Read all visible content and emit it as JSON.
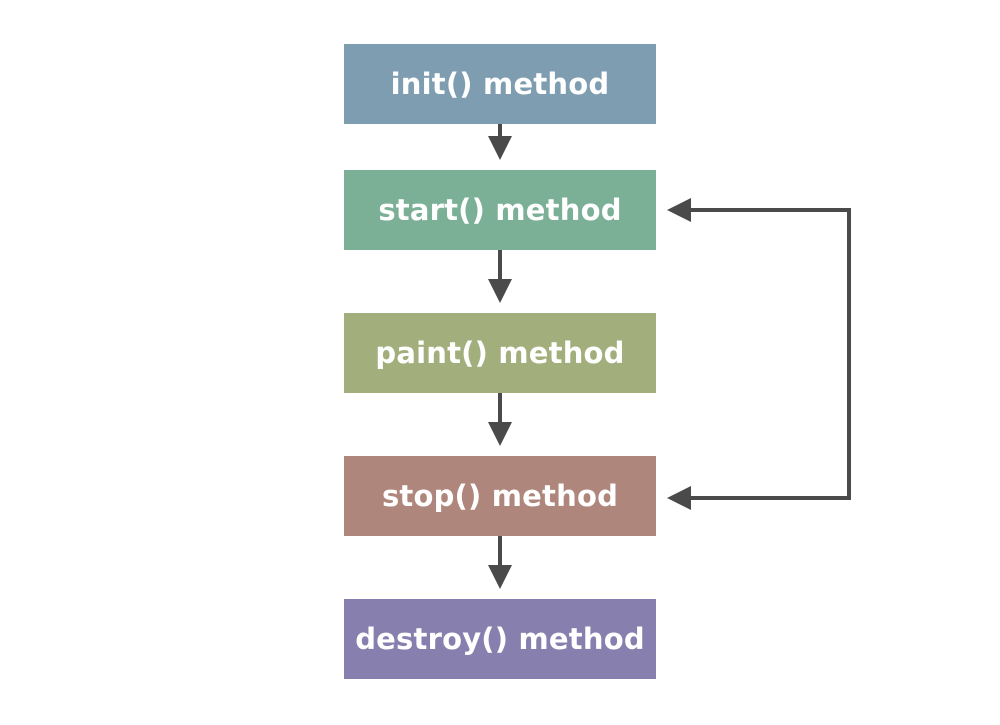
{
  "nodes": [
    {
      "id": "init",
      "label": "init() method",
      "color": "#7f9db1"
    },
    {
      "id": "start",
      "label": "start() method",
      "color": "#7bb097"
    },
    {
      "id": "paint",
      "label": "paint() method",
      "color": "#a2af7d"
    },
    {
      "id": "stop",
      "label": "stop() method",
      "color": "#ae867b"
    },
    {
      "id": "destroy",
      "label": "destroy() method",
      "color": "#8780af"
    }
  ],
  "edges": [
    {
      "from": "init",
      "to": "start"
    },
    {
      "from": "start",
      "to": "paint"
    },
    {
      "from": "paint",
      "to": "stop"
    },
    {
      "from": "stop",
      "to": "destroy"
    },
    {
      "from": "stop",
      "to": "start",
      "type": "loop"
    }
  ],
  "arrow_color": "#4a4a4a"
}
